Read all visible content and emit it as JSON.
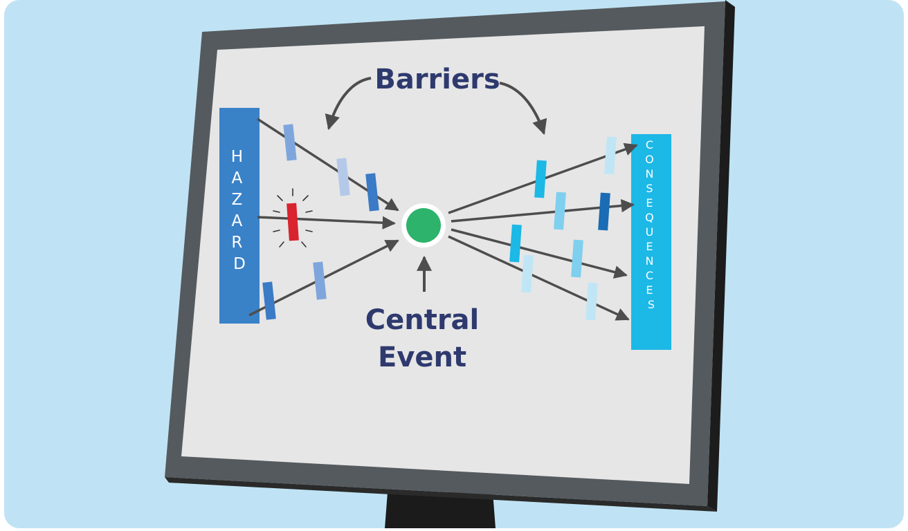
{
  "diagram": {
    "title": "Barriers",
    "hazard_label": "HAZARD",
    "consequences_label": "CONSEQUENCES",
    "central_line1": "Central",
    "central_line2": "Event"
  },
  "colors": {
    "background_panel": "#bfe3f4",
    "monitor_bezel": "#555a5e",
    "monitor_side": "#1c1c1c",
    "screen": "#e6e6e6",
    "hazard_bar": "#3a82c8",
    "consequences_bar": "#1cb8e6",
    "central_event": "#2db36b",
    "text": "#2e3a6e",
    "arrow": "#4d4d4d",
    "failed_barrier": "#d9232e"
  }
}
